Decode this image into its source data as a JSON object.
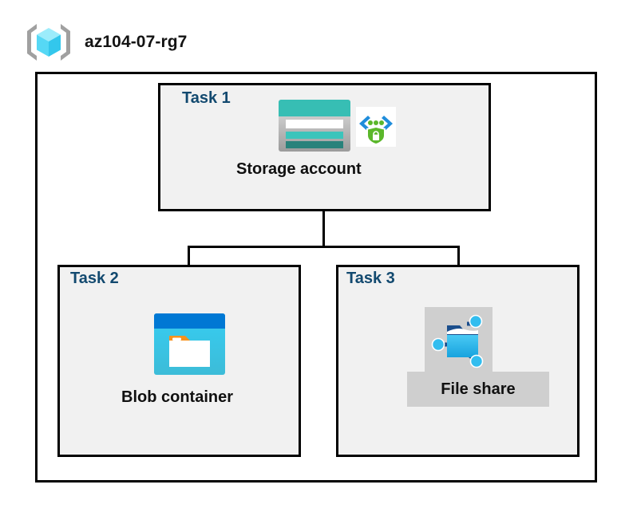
{
  "diagram": {
    "title": "az104-07-rg7",
    "resource_group_icon": "resource-group-icon",
    "background_color": "#ffffff",
    "border_color": "#000000",
    "task_label_color": "#12496f",
    "box_fill_color": "#f1f1f1",
    "highlight_fill_color": "#cfcfcf"
  },
  "groups": [
    {
      "id": "task1",
      "label": "Task 1",
      "node_label": "Storage account",
      "icons": [
        "storage-account-icon",
        "private-endpoint-icon"
      ]
    },
    {
      "id": "task2",
      "label": "Task 2",
      "node_label": "Blob container",
      "icons": [
        "blob-container-icon"
      ]
    },
    {
      "id": "task3",
      "label": "Task 3",
      "node_label": "File share",
      "icons": [
        "file-share-icon"
      ]
    }
  ],
  "connections": [
    {
      "from": "task1",
      "to": "task2"
    },
    {
      "from": "task1",
      "to": "task3"
    }
  ],
  "palette": {
    "storage_teal": "#37beb4",
    "storage_teal_dark": "#2a8c84",
    "storage_gray": "#b4b4b4",
    "blob_blue_dark": "#0078d4",
    "blob_cyan": "#32c8ee",
    "blob_orange": "#f7921e",
    "endpoint_blue": "#1f8ddb",
    "endpoint_green": "#5bb72b",
    "fileshare_blue": "#32bdef",
    "fileshare_navy": "#1b4e8c",
    "rg_cube_cyan": "#9cecfb",
    "rg_bracket_gray": "#a0a0a0"
  }
}
